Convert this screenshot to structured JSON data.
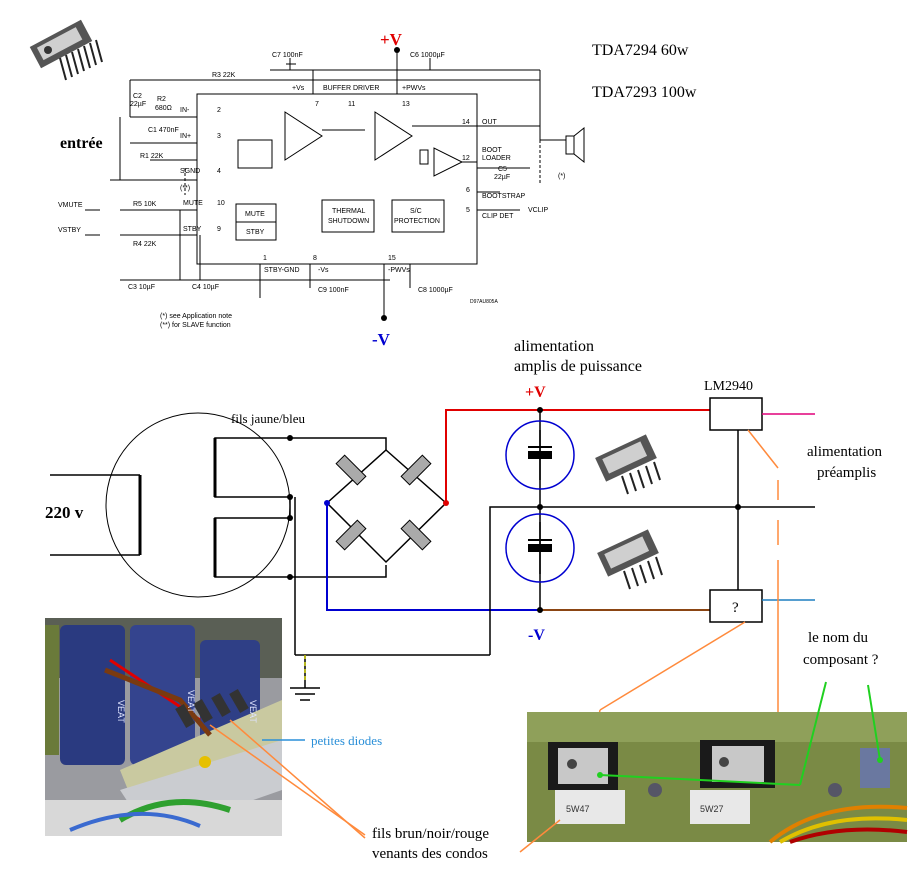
{
  "header": {
    "pv_top": "+V",
    "mv_top": "-V",
    "chip1": "TDA7294  60w",
    "chip2": "TDA7293 100w",
    "entree": "entrée"
  },
  "schematic": {
    "c7": "C7 100nF",
    "c6": "C6 1000µF",
    "r3": "R3 22K",
    "buffer": "BUFFER DRIVER",
    "vs_pos": "+Vs",
    "pwvs_pos": "+PWVs",
    "c2": "C2",
    "c2v": "22µF",
    "r2": "R2",
    "r2v": "680Ω",
    "c1": "C1 470nF",
    "r1": "R1 22K",
    "in_minus": "IN-",
    "in_plus": "IN+",
    "sgnd": "SGND",
    "star2": "(**)",
    "mute_pin": "MUTE",
    "stby_pin": "STBY",
    "vmute": "VMUTE",
    "vstby": "VSTBY",
    "r5": "R5 10K",
    "r4": "R4 22K",
    "mute_box": "MUTE",
    "stby_box": "STBY",
    "thermal1": "THERMAL",
    "thermal2": "SHUTDOWN",
    "sc1": "S/C",
    "sc2": "PROTECTION",
    "out": "OUT",
    "boot1": "BOOT",
    "boot2": "LOADER",
    "c5": "C5",
    "c5v": "22µF",
    "star1": "(*)",
    "bootstrap": "BOOTSTRAP",
    "clipdet": "CLIP DET",
    "vclip": "VCLIP",
    "stby_gnd": "STBY-GND",
    "vs_neg": "-Vs",
    "pwvs_neg": "-PWVs",
    "c3": "C3 10µF",
    "c4": "C4 10µF",
    "c9": "C9 100nF",
    "c8": "C8 1000µF",
    "note1": "(*) see Application note",
    "note2": "(**) for SLAVE function",
    "code": "D97AU805A",
    "pins": [
      "7",
      "11",
      "13",
      "2",
      "3",
      "4",
      "10",
      "9",
      "1",
      "8",
      "15",
      "14",
      "12",
      "6",
      "5"
    ]
  },
  "supply": {
    "title1": "alimentation",
    "title2": "amplis de puissance",
    "pv": "+V",
    "mv": "-V",
    "lm": "LM2940",
    "q": "?",
    "fils": "fils jaune/bleu",
    "v220": "220 v",
    "preamp1": "alimentation",
    "preamp2": "préamplis",
    "nom1": "le nom du",
    "nom2": "composant ?",
    "diodes": "petites diodes",
    "brun1": "fils brun/noir/rouge",
    "brun2": "venants des condos"
  },
  "photos": {
    "left_caps": [
      "VEAT",
      "VEAT",
      "VEAT"
    ],
    "right_marks": [
      "5W47",
      "5W27"
    ]
  },
  "colors": {
    "red": "#e00000",
    "blue": "#0000d0",
    "brown": "#8b4513",
    "orange": "#ff8a3c",
    "magenta": "#e0007a",
    "cyan": "#1f7fc0",
    "green": "#20d020",
    "lightblue": "#2a8fd8"
  }
}
